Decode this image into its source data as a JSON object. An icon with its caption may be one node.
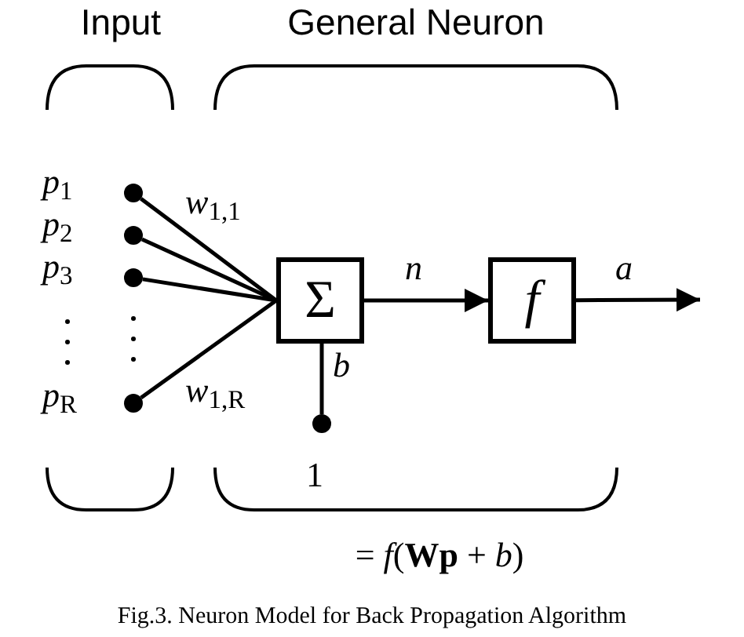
{
  "diagram": {
    "caption": "Fig.3. Neuron Model for Back Propagation Algorithm",
    "nodes": [
      {
        "text": [],
        "shape": "circle",
        "beside": [
          "*p*$_{1}$"
        ]
      },
      {
        "text": [],
        "shape": "circle",
        "beside": [
          "*p*$_{2}$"
        ]
      },
      {
        "text": [],
        "shape": "circle",
        "beside": [
          "*p*$_{3}$"
        ]
      },
      {
        "text": [],
        "shape": "circle",
        "beside": [
          "*p*$_{R}$"
        ]
      },
      {
        "text": [
          "Σ"
        ]
      },
      {
        "text": [
          "f"
        ]
      },
      {
        "text": [],
        "shape": "circle",
        "beside": [
          "1"
        ]
      }
    ],
    "edges": [
      {
        "from": 0,
        "to": 4,
        "arrow": "none",
        "label": "*w*$_{1,1}$"
      },
      {
        "from": 1,
        "to": 4,
        "arrow": "none"
      },
      {
        "from": 2,
        "to": 4,
        "arrow": "none"
      },
      {
        "from": 3,
        "to": 4,
        "arrow": "none",
        "label": "*w*$_{1,R}$"
      },
      {
        "from": 6,
        "to": 4,
        "arrow": "none",
        "label": "b"
      },
      {
        "from": 4,
        "to": 5,
        "arrow": "to",
        "label": "n"
      },
      {
        "from": 5,
        "to": null,
        "arrow": "to",
        "label": "a"
      }
    ],
    "labels": [
      "Input",
      "General Neuron",
      "= *f*(**Wp** + *b*)"
    ]
  }
}
